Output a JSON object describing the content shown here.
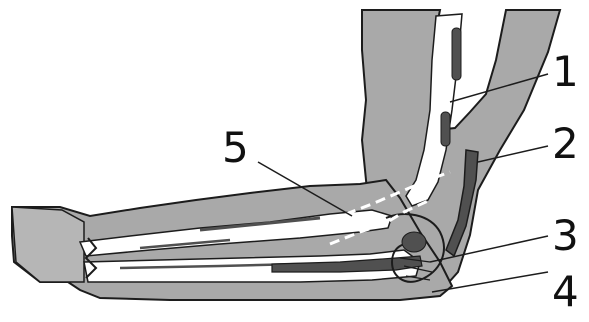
{
  "figure": {
    "callouts": [
      {
        "id": "1",
        "text": "1"
      },
      {
        "id": "2",
        "text": "2"
      },
      {
        "id": "3",
        "text": "3"
      },
      {
        "id": "4",
        "text": "4"
      },
      {
        "id": "5",
        "text": "5"
      }
    ],
    "colors": {
      "tissue": "#a9a9a9",
      "bone": "#ffffff",
      "outline": "#1c1c1c",
      "muscle": "#505050",
      "background": "#ffffff"
    }
  }
}
